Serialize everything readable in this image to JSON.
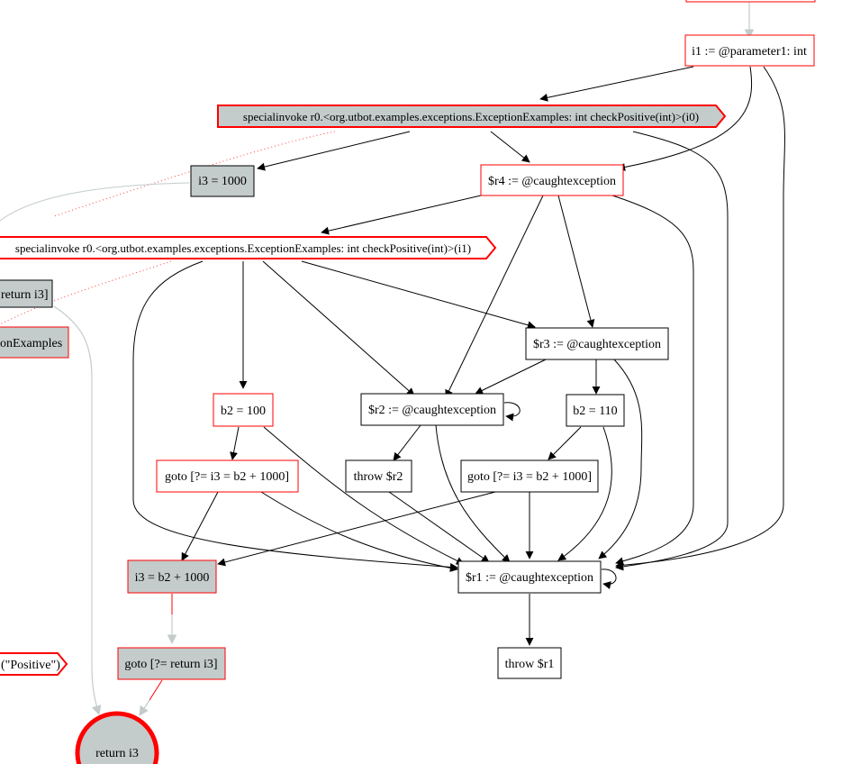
{
  "graph": {
    "nodes": {
      "param1": "i1 := @parameter1: int",
      "invoke0": "specialinvoke r0.<org.utbot.examples.exceptions.ExceptionExamples: int checkPositive(int)>(i0)",
      "i3_1000": "i3 = 1000",
      "r4": "$r4 := @caughtexception",
      "invoke1": "specialinvoke r0.<org.utbot.examples.exceptions.ExceptionExamples: int checkPositive(int)>(i1)",
      "return_i3_partial": "return i3]",
      "examples_partial": "onExamples",
      "r3": "$r3 := @caughtexception",
      "b2_100": "b2 = 100",
      "r2": "$r2 := @caughtexception",
      "b2_110": "b2 = 110",
      "goto_left": "goto [?= i3 = b2 + 1000]",
      "throw_r2": "throw $r2",
      "goto_right": "goto [?= i3 = b2 + 1000]",
      "i3_b2": "i3 = b2 + 1000",
      "r1": "$r1 := @caughtexception",
      "positive_partial": "(\"Positive\")",
      "goto_return": "goto [?= return i3]",
      "throw_r1": "throw $r1",
      "return_i3": "return i3"
    }
  },
  "colors": {
    "visited_fill": "#c3cbcb",
    "highlight_red": "#ff0000",
    "edge_black": "#000000",
    "edge_gray": "#c3cbcb",
    "edge_red_dotted": "#ff4040"
  }
}
